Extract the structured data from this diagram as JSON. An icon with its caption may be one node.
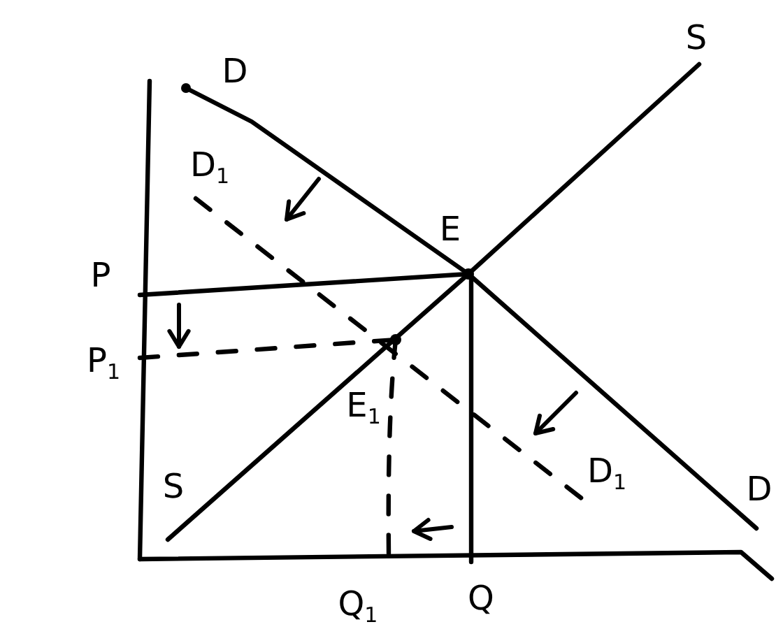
{
  "diagram": {
    "labels": [
      "S",
      "D",
      "D$_{1}$",
      "E",
      "P",
      "P$_{1}$",
      "E$_{1}$",
      "S",
      "D$_{1}$",
      "D",
      "Q$_{1}$",
      "Q"
    ]
  }
}
